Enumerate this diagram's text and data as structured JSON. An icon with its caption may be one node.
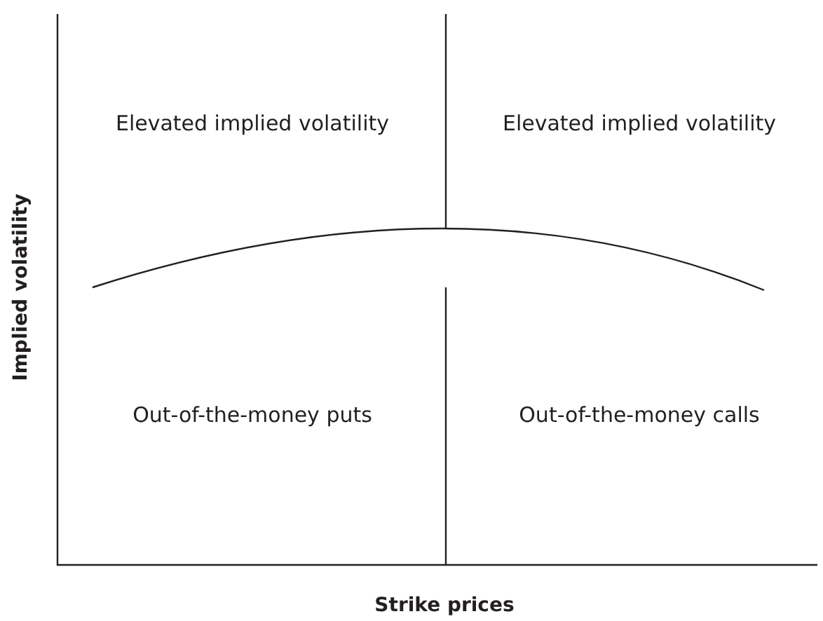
{
  "diagram": {
    "labels": [
      "Elevated implied volatility",
      "Elevated implied volatility",
      "Implied volatility",
      "Out-of-the-money puts",
      "Out-of-the-money calls",
      "Strike prices"
    ]
  }
}
